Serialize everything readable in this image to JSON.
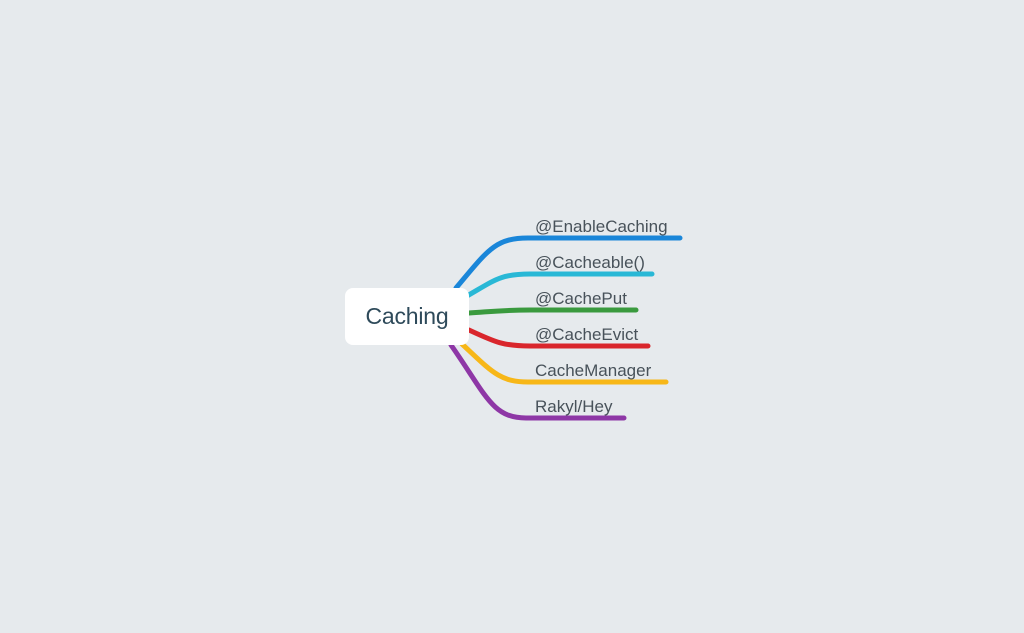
{
  "mindmap": {
    "root": {
      "label": "Caching"
    },
    "branches": [
      {
        "label": "@EnableCaching",
        "color": "#1a86d9"
      },
      {
        "label": "@Cacheable()",
        "color": "#29b8d6"
      },
      {
        "label": "@CachePut",
        "color": "#3a9a3e"
      },
      {
        "label": "@CacheEvict",
        "color": "#d9262c"
      },
      {
        "label": "CacheManager",
        "color": "#f7b718"
      },
      {
        "label": "Rakyl/Hey",
        "color": "#8e37a6"
      }
    ]
  }
}
